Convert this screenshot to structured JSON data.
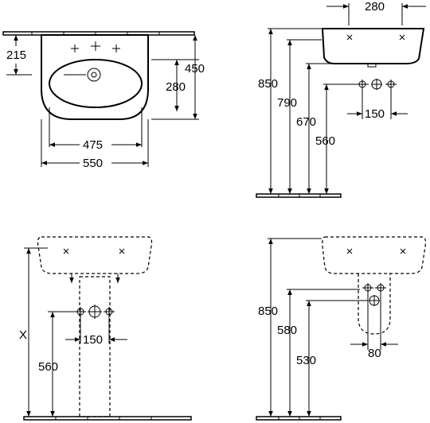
{
  "front_view": {
    "height_to_drain": "215",
    "total_depth": "450",
    "bowl_depth": "280",
    "bowl_width": "475",
    "total_width": "550"
  },
  "side_view": {
    "tap_spacing": "280",
    "height_rim": "850",
    "height_underside": "790",
    "height_waste": "670",
    "height_supply": "560",
    "supply_spacing": "150"
  },
  "pedestal_view": {
    "variable_height": "X",
    "height_supply": "560",
    "supply_spacing": "150"
  },
  "semi_pedestal_view": {
    "height_rim": "850",
    "height_bottom": "580",
    "height_supply": "530",
    "supply_spacing": "80"
  }
}
